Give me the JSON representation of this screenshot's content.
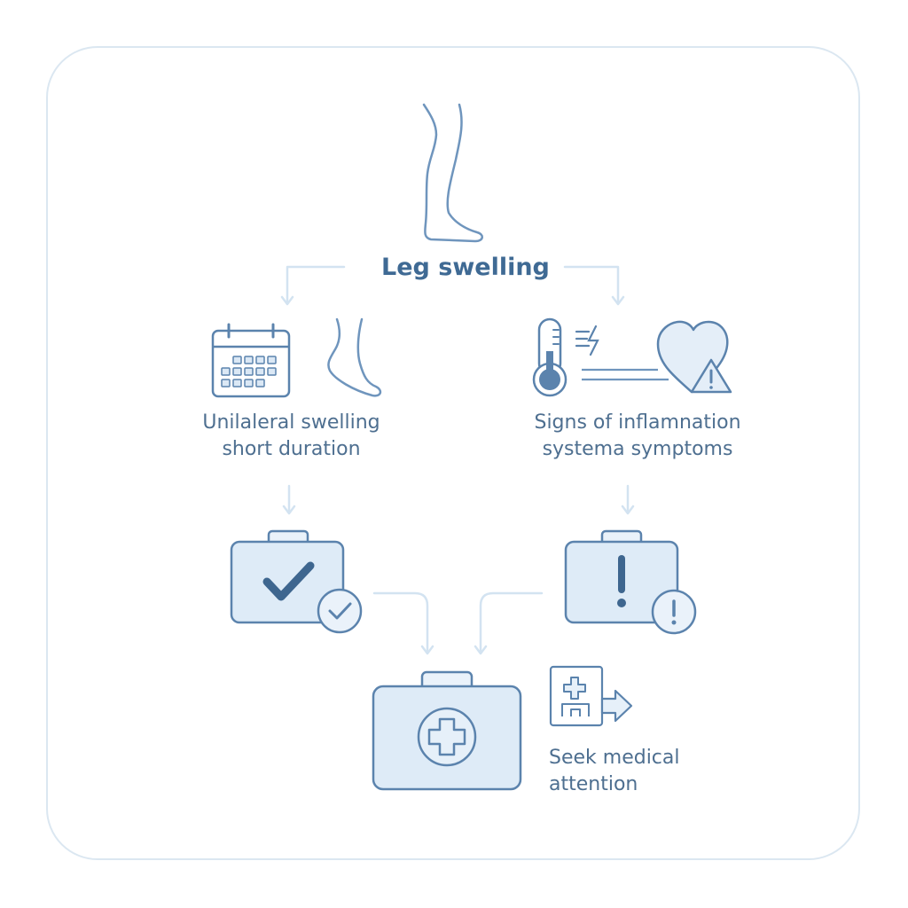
{
  "title": "Leg swelling",
  "left_branch": {
    "line1": "Unilaleral swelling",
    "line2": "short duration"
  },
  "right_branch": {
    "line1": "Signs of inflamnation",
    "line2": "systema symptoms"
  },
  "outcome": {
    "line1": "Seek medical",
    "line2": "attention"
  },
  "colors": {
    "stroke": "#5b83ad",
    "fill": "#deebf7",
    "text": "#4e6f90",
    "connector": "#d3e3f1"
  }
}
